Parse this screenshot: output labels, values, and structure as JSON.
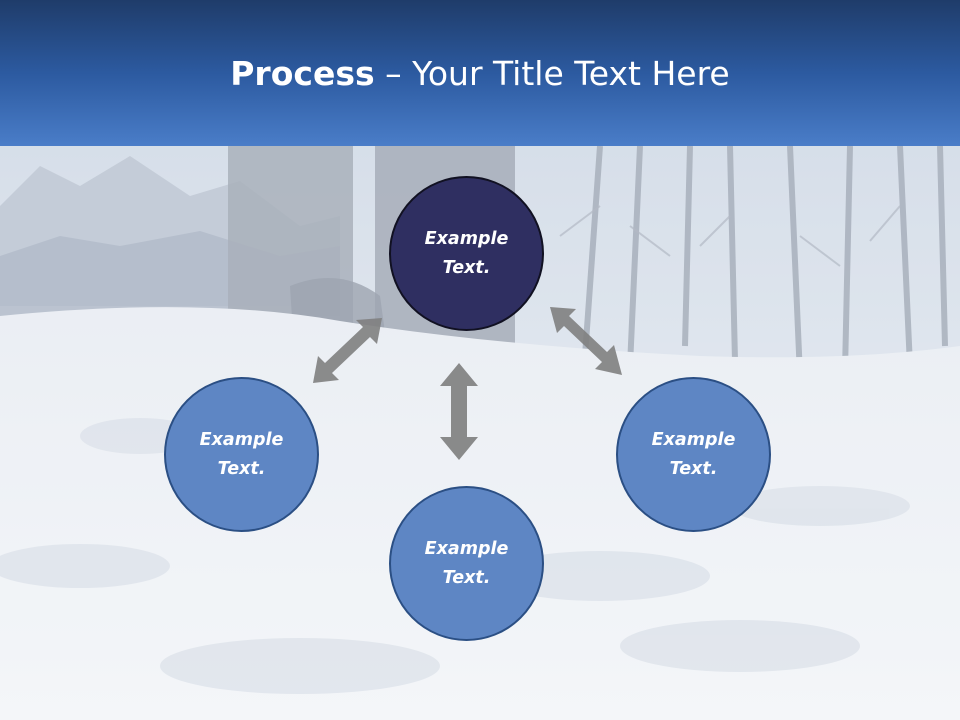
{
  "header": {
    "title_bold": "Process",
    "title_rest": " – Your Title Text Here"
  },
  "diagram": {
    "nodes": [
      {
        "line1": "Example",
        "line2": "Text."
      },
      {
        "line1": "Example",
        "line2": "Text."
      },
      {
        "line1": "Example",
        "line2": "Text."
      },
      {
        "line1": "Example",
        "line2": "Text."
      }
    ],
    "colors": {
      "highlight_fill": "#2f2f61",
      "node_fill": "#5e86c4",
      "node_border": "#2b4f84",
      "arrow": "#7f7f7f",
      "header_top": "#1f3c6a",
      "header_bottom": "#4a7dc8"
    }
  }
}
